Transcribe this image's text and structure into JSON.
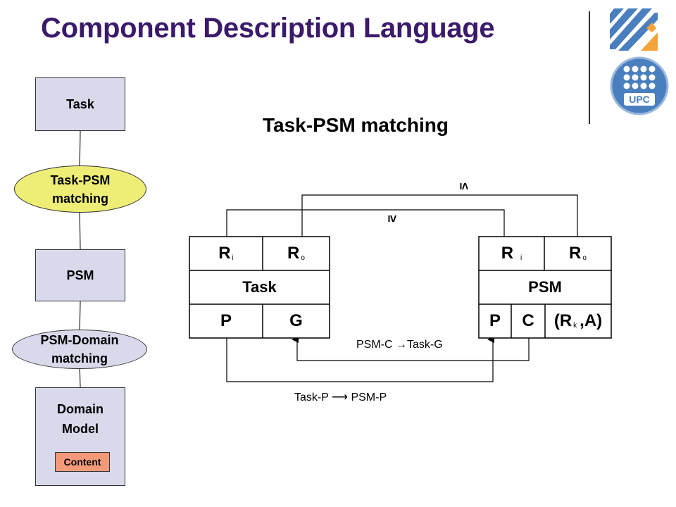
{
  "slide": {
    "title": "Component Description Language"
  },
  "pipeline": {
    "task": "Task",
    "task_psm": {
      "line1": "Task-PSM",
      "line2": "matching"
    },
    "psm": "PSM",
    "psm_domain": {
      "line1": "PSM-Domain",
      "line2": "matching"
    },
    "domain": {
      "line1": "Domain",
      "line2": "Model",
      "content": "Content"
    }
  },
  "diagram": {
    "title": "Task-PSM matching",
    "task_block": {
      "r_in": "R",
      "r_in_sub": "i",
      "r_out": "R",
      "r_out_sub": "o",
      "name": "Task",
      "p": "P",
      "g": "G"
    },
    "psm_block": {
      "r_in": "R",
      "r_in_sub": "i",
      "r_out": "R",
      "r_out_sub": "o",
      "name": "PSM",
      "p": "P",
      "c": "C",
      "rk_open": "(R",
      "rk_sub": "k",
      "rk_close": ",A)"
    },
    "relation_top": "≤",
    "relation_inner": "≥",
    "arrow_c_g": "PSM-C →Task-G",
    "arrow_p_p": "Task-P ⟶ PSM-P"
  },
  "colors": {
    "title": "#3b1a6b",
    "box_fill": "#d9d9ec",
    "task_psm_fill": "#eeee77",
    "psm_domain_fill": "#d9d9ec",
    "content_fill": "#f49a7a",
    "logo_blue": "#4a7fbf",
    "logo_orange": "#f2a33a"
  },
  "icons": [
    "upc-stripes-logo",
    "upc-seal-logo"
  ]
}
